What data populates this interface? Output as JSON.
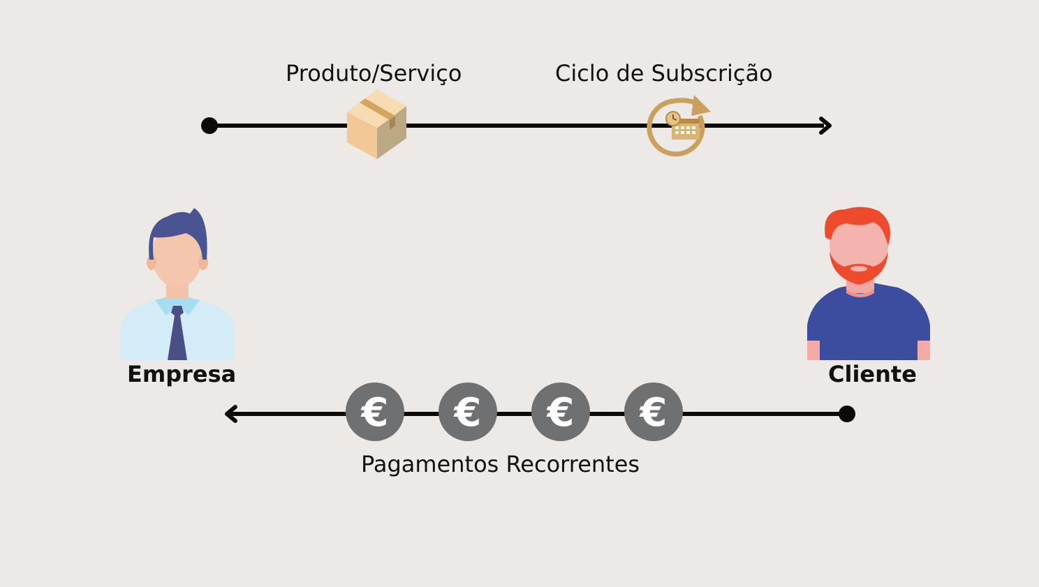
{
  "top_flow": {
    "product_label": "Produto/Serviço",
    "cycle_label": "Ciclo de Subscrição",
    "product_icon": "package-box-icon",
    "cycle_icon": "calendar-cycle-icon"
  },
  "parties": {
    "company_label": "Empresa",
    "client_label": "Cliente",
    "company_icon": "businessman-avatar-icon",
    "client_icon": "bearded-man-avatar-icon"
  },
  "bottom_flow": {
    "payments_label": "Pagamentos Recorrentes",
    "coin_symbol": "€",
    "coin_icon": "euro-coin-icon"
  },
  "colors": {
    "background": "#ede9e7",
    "line": "#0a0a0a",
    "coin": "#6f7071",
    "box": "#f2cfa0",
    "cycle": "#c9a15d"
  }
}
